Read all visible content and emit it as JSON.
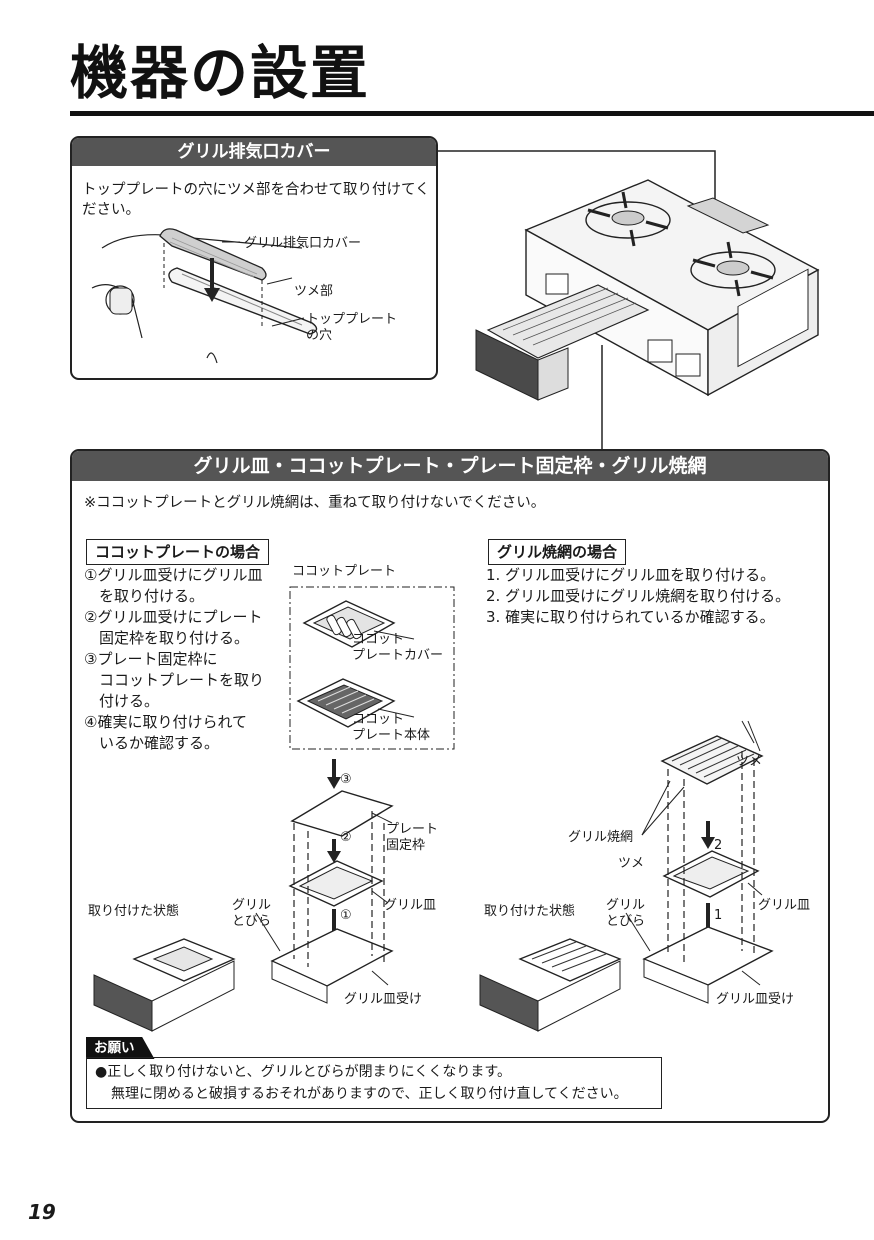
{
  "page": {
    "title": "機器の設置",
    "number": "19"
  },
  "cover_section": {
    "heading": "グリル排気口カバー",
    "instruction": "トッププレートの穴にツメ部を合わせて取り付けてください。",
    "labels": {
      "cover": "グリル排気口カバー",
      "tab": "ツメ部",
      "hole_line1": "トッププレート",
      "hole_line2": "の穴"
    }
  },
  "grill_section": {
    "heading": "グリル皿・ココットプレート・プレート固定枠・グリル焼網",
    "warning": "※ココットプレートとグリル焼網は、重ねて取り付けないでください。",
    "cocotte": {
      "title": "ココットプレートの場合",
      "steps": [
        {
          "n": "①",
          "line1": "グリル皿受けにグリル皿",
          "line2": "を取り付ける。"
        },
        {
          "n": "②",
          "line1": "グリル皿受けにプレート",
          "line2": "固定枠を取り付ける。"
        },
        {
          "n": "③",
          "line1": "プレート固定枠に",
          "line2": "ココットプレートを取り",
          "line3": "付ける。"
        },
        {
          "n": "④",
          "line1": "確実に取り付けられて",
          "line2": "いるか確認する。"
        }
      ],
      "labels": {
        "cocotte_plate": "ココットプレート",
        "cover_l1": "ココット",
        "cover_l2": "プレートカバー",
        "body_l1": "ココット",
        "body_l2": "プレート本体",
        "frame_l1": "プレート",
        "frame_l2": "固定枠",
        "grill_pan": "グリル皿",
        "door_l1": "グリル",
        "door_l2": "とびら",
        "pan_holder": "グリル皿受け",
        "installed": "取り付けた状態",
        "step_marks": [
          "③",
          "②",
          "①"
        ]
      }
    },
    "net": {
      "title": "グリル焼網の場合",
      "steps": [
        "1. グリル皿受けにグリル皿を取り付ける。",
        "2. グリル皿受けにグリル焼網を取り付ける。",
        "3. 確実に取り付けられているか確認する。"
      ],
      "labels": {
        "tab_top": "ツメ",
        "net": "グリル焼網",
        "tab": "ツメ",
        "grill_pan": "グリル皿",
        "door_l1": "グリル",
        "door_l2": "とびら",
        "pan_holder": "グリル皿受け",
        "installed": "取り付けた状態",
        "step_marks": [
          "2",
          "1"
        ]
      }
    },
    "request": {
      "heading": "お願い",
      "line1": "●正しく取り付けないと、グリルとびらが閉まりにくくなります。",
      "line2": "無理に閉めると破損するおそれがありますので、正しく取り付け直してください。"
    }
  }
}
